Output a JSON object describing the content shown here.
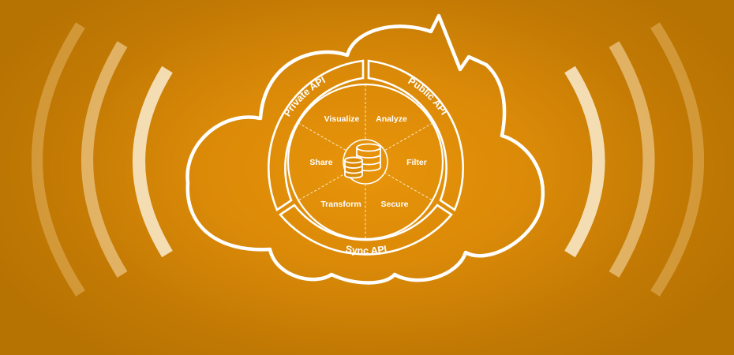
{
  "diagram": {
    "center_icon": "database-stack-icon",
    "segments": [
      {
        "id": "visualize",
        "label": "Visualize"
      },
      {
        "id": "analyze",
        "label": "Analyze"
      },
      {
        "id": "filter",
        "label": "Filter"
      },
      {
        "id": "secure",
        "label": "Secure"
      },
      {
        "id": "transform",
        "label": "Transform"
      },
      {
        "id": "share",
        "label": "Share"
      }
    ],
    "apis": {
      "private": "Private API",
      "public": "Public API",
      "sync": "Sync API"
    },
    "colors": {
      "background": "#DB8A08",
      "line": "#FFFFFF",
      "arc_strong": "#F6E2BC"
    }
  }
}
